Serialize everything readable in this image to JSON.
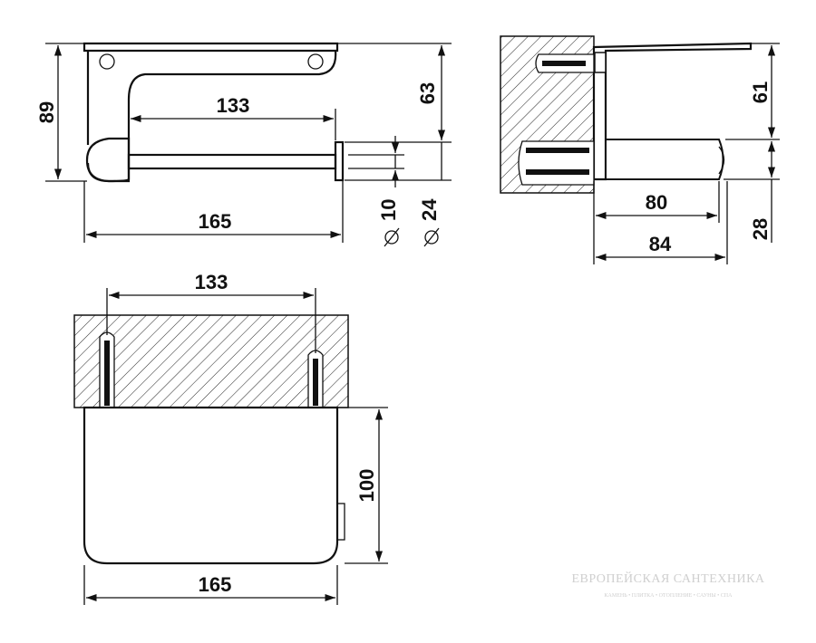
{
  "front_view": {
    "height_total": "89",
    "roll_width": "133",
    "overall_width": "165",
    "height_upper": "63",
    "rod_diameter": "10",
    "cap_diameter": "24"
  },
  "side_view": {
    "height_upper": "61",
    "depth_roll": "80",
    "depth_total": "84",
    "height_lower": "28"
  },
  "top_view": {
    "anchor_spacing": "133",
    "depth": "100",
    "overall_width": "165"
  },
  "watermark": {
    "title": "ЕВРОПЕЙСКАЯ САНТЕХНИКА",
    "subtitle": "КАМЕНЬ • ПЛИТКА • ОТОПЛЕНИЕ • САУНЫ • СПА"
  },
  "colors": {
    "line": "#111111",
    "watermark": "#cfcfcf",
    "background": "#ffffff"
  }
}
